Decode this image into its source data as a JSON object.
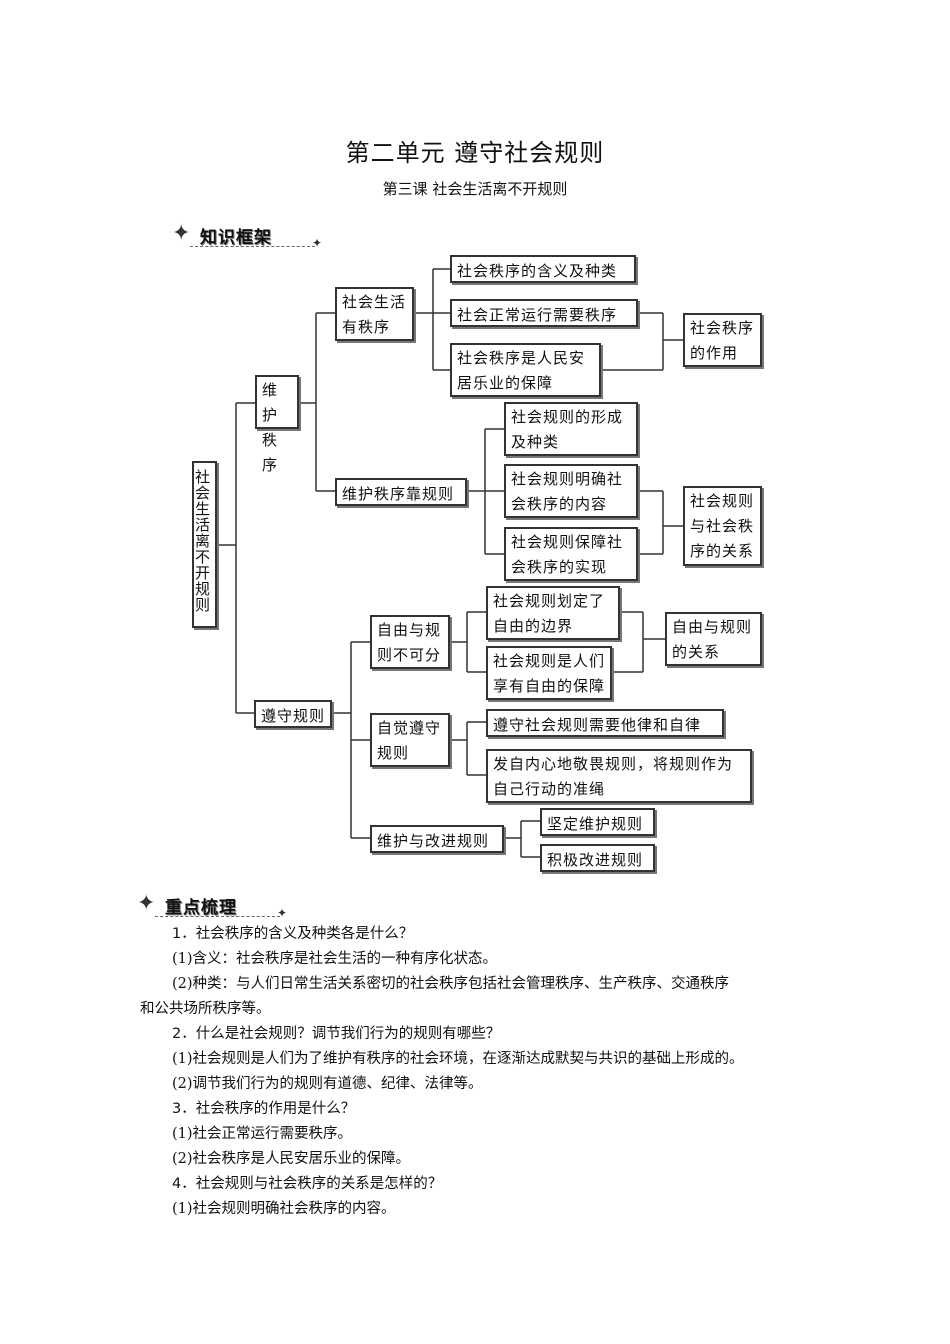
{
  "header": {
    "title": "第二单元  遵守社会规则",
    "subtitle": "第三课  社会生活离不开规则"
  },
  "sections": {
    "framework": "知识框架",
    "key_points": "重点梳理"
  },
  "diagram": {
    "root": "社会生活离不开规则",
    "weihu": "维护秩序",
    "youzhixu": "社会生活有秩序",
    "hanyi": "社会秩序的含义及种类",
    "yunxing": "社会正常运行需要秩序",
    "baozhang": "社会秩序是人民安居乐业的保障",
    "zuoyong": "社会秩序的作用",
    "kaoguize": "维护秩序靠规则",
    "xingcheng": "社会规则的形成及种类",
    "mingque": "社会规则明确社会秩序的内容",
    "shixian": "社会规则保障社会秩序的实现",
    "guanxi1": "社会规则与社会秩序的关系",
    "zunshou": "遵守规则",
    "bukefen": "自由与规则不可分",
    "bianjie": "社会规则划定了自由的边界",
    "xiangyou": "社会规则是人们享有自由的保障",
    "guanxi2": "自由与规则的关系",
    "zijue": "自觉遵守规则",
    "tazilv": "遵守社会规则需要他律和自律",
    "jingwei": "发自内心地敬畏规则，将规则作为自己行动的准绳",
    "gaijin": "维护与改进规则",
    "jianding": "坚定维护规则",
    "jiji": "积极改进规则"
  },
  "qa": [
    {
      "q": "1．社会秩序的含义及种类各是什么？",
      "a": [
        "(1)含义：社会秩序是社会生活的一种有序化状态。",
        "(2)种类：与人们日常生活关系密切的社会秩序包括社会管理秩序、生产秩序、交通秩序",
        "和公共场所秩序等。"
      ]
    },
    {
      "q": "2．什么是社会规则？调节我们行为的规则有哪些？",
      "a": [
        "(1)社会规则是人们为了维护有秩序的社会环境，在逐渐达成默契与共识的基础上形成的。",
        "(2)调节我们行为的规则有道德、纪律、法律等。"
      ]
    },
    {
      "q": "3．社会秩序的作用是什么？",
      "a": [
        "(1)社会正常运行需要秩序。",
        "(2)社会秩序是人民安居乐业的保障。"
      ]
    },
    {
      "q": "4．社会规则与社会秩序的关系是怎样的？",
      "a": [
        "(1)社会规则明确社会秩序的内容。"
      ]
    }
  ]
}
